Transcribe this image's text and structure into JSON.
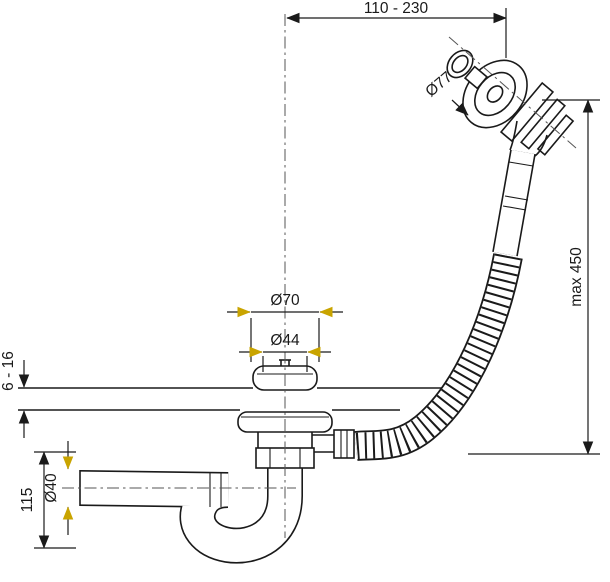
{
  "drawing": {
    "labels": {
      "top_span": "110 - 230",
      "overflow_diameter": "Ø77",
      "max_length": "max 450",
      "cap_diameter": "Ø70",
      "plug_diameter": "Ø44",
      "panel_thickness": "6 - 16",
      "trap_height": "115",
      "outlet_diameter": "Ø40"
    },
    "colors": {
      "line": "#1a1a1a",
      "centerline": "#555555",
      "accent_arrow": "#c9a400",
      "background": "#ffffff"
    }
  }
}
